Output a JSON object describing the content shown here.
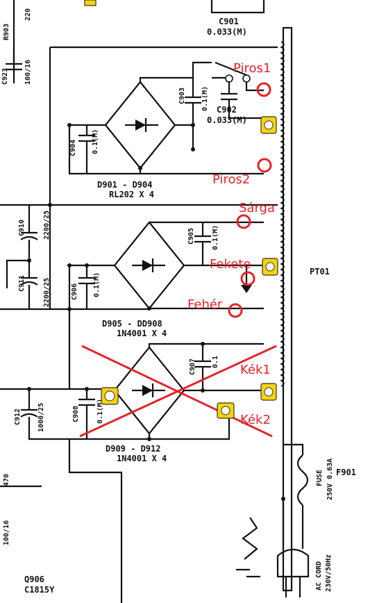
{
  "components": {
    "c901": "C901",
    "c901_val": "0.033(M)",
    "r903": "R903",
    "r903_val": "220",
    "c923": "C923",
    "c923_val": "100/16",
    "c903": "C903",
    "c903_val": "0.1(M)",
    "c902": "C902",
    "c902_val": "0.033(M)",
    "c904": "C904",
    "c904_val": "0.1(M)",
    "d901": "D901 - D904",
    "d901_val": "RL202 X 4",
    "c910": "C910",
    "c910_val": "2200/25",
    "c911": "C911",
    "c911_val": "2200/25",
    "c905": "C905",
    "c905_val": "0.1(M)",
    "c906": "C906",
    "c906_val": "0.1(M)",
    "d905": "D905 - DD908",
    "d905_val": "1N4001 X 4",
    "c907": "C907",
    "c907_val": "0.1",
    "c908": "C908",
    "c908_val": "0.1(M)",
    "c912": "C912",
    "c912_val": "1000/25",
    "d909": "D909 - D912",
    "d909_val": "1N4001 X 4",
    "pt01": "PT01",
    "fuse": "FUSE",
    "fuse_val": "250V 0.63A",
    "f901": "F901",
    "ac_cord": "AC CORD",
    "ac_val": "230V/50Hz",
    "q906": "Q906",
    "q906_val": "C1815Y",
    "left_a": "470",
    "left_b": "100/16"
  },
  "annotations": {
    "piros1": "Piros1",
    "piros2": "Piros2",
    "sarga": "Sárga",
    "fekete": "Fekete",
    "feher": "Fehér",
    "kek1": "Kék1",
    "kek2": "Kék2"
  },
  "colors": {
    "annotation": "#e2242c",
    "solder_pad": "#f6d40c",
    "wire": "#111111"
  }
}
